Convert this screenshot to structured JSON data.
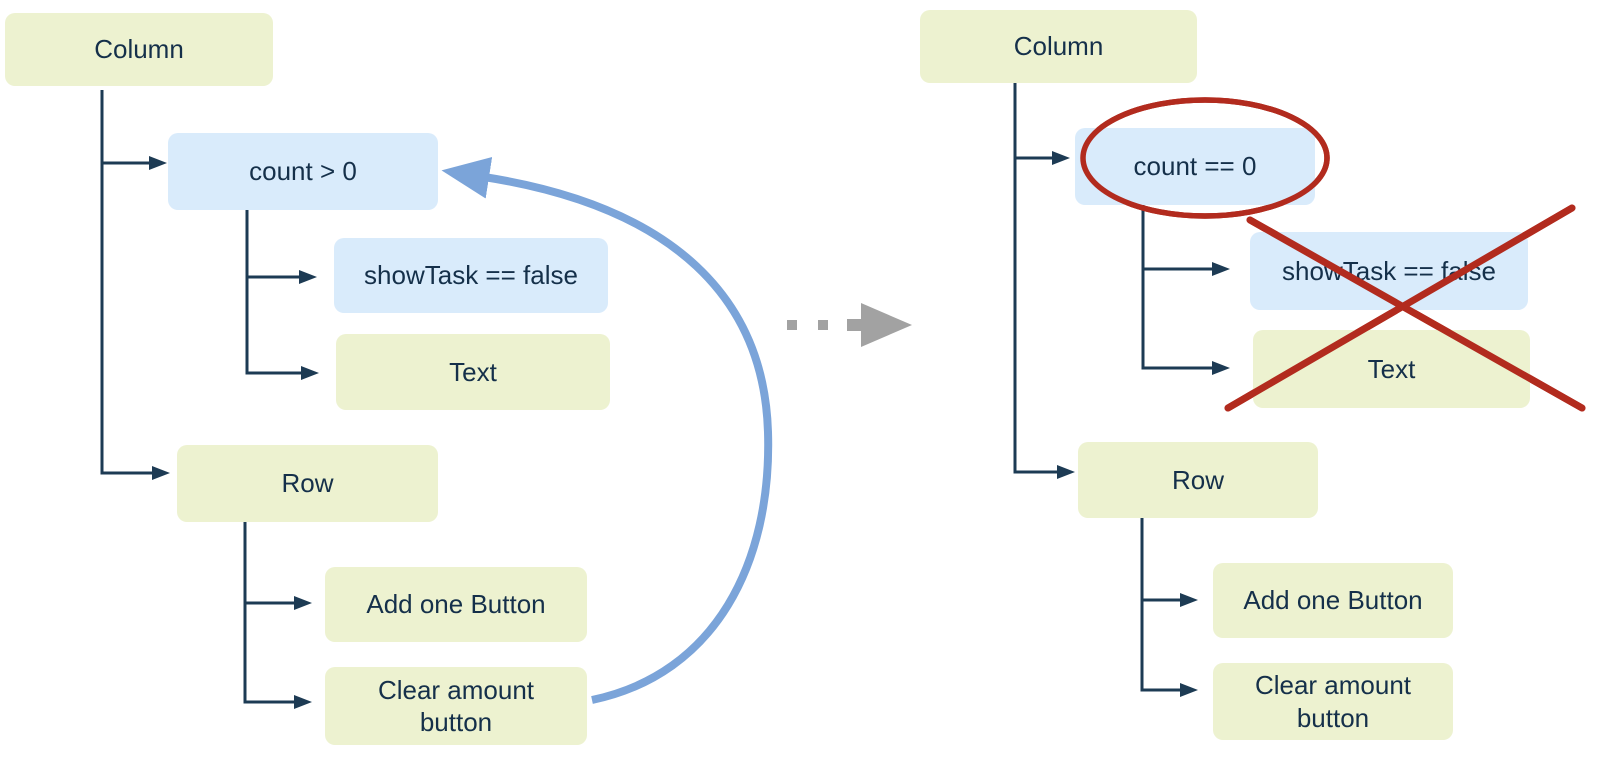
{
  "diagram": {
    "colors": {
      "widget_box_fill": "#edf2d0",
      "condition_box_fill": "#d9ebfb",
      "box_text": "#15304a",
      "connector": "#1d3b54",
      "loop_arrow": "#7ba4d9",
      "transition_arrow": "#a2a2a2",
      "annotation_red": "#b22b1e"
    },
    "left_tree": {
      "column": "Column",
      "condition_count": "count > 0",
      "condition_showtask": "showTask == false",
      "text": "Text",
      "row": "Row",
      "add_one_button": "Add one Button",
      "clear_amount_button": "Clear amount\nbutton"
    },
    "right_tree": {
      "column": "Column",
      "condition_count": "count == 0",
      "condition_showtask": "showTask == false",
      "text": "Text",
      "row": "Row",
      "add_one_button": "Add one Button",
      "clear_amount_button": "Clear amount\nbutton"
    }
  }
}
